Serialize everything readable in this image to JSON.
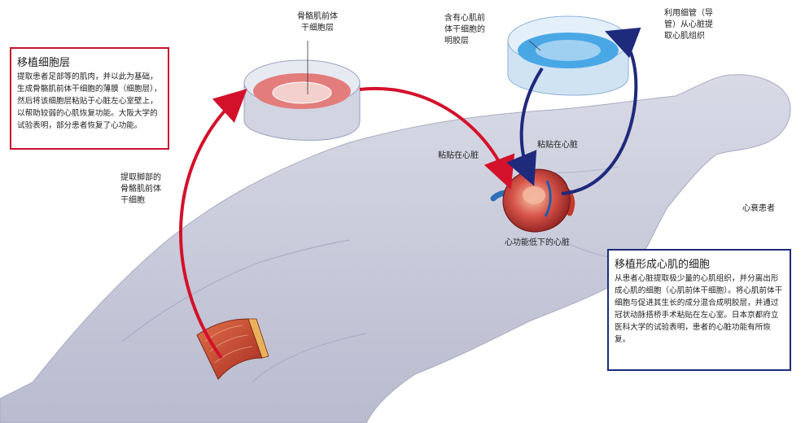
{
  "colors": {
    "red_arrow": "#d3112b",
    "blue_arrow": "#1e2a7c",
    "body_fill": "#c9cadb",
    "dish_red": "#e37d7c",
    "dish_blue": "#4aa7e6",
    "red_box_border": "#c8102e",
    "blue_box_border": "#1c2c7a"
  },
  "labels": {
    "dish_red": "骨骼肌前体\n干细胞层",
    "dish_blue": "含有心肌前\n体干细胞的\n明胶层",
    "catheter": "利用细管（导\n管）从心脏提\n取心肌组织",
    "extract_leg": "提取脚部的\n骨骼肌前体\n干细胞",
    "attach_left": "粘贴在心脏",
    "attach_right": "粘贴在心脏",
    "heart": "心功能低下的心脏",
    "patient": "心衰患者"
  },
  "red_box": {
    "title": "移植细胞层",
    "body": "提取患者足部等的肌肉，并以此为基础，生成骨骼肌前体干细胞的薄膜（细胞层），然后将该细胞层粘贴于心脏左心室壁上，以帮助较弱的心肌恢复功能。大阪大学的试验表明，部分患者恢复了心功能。"
  },
  "blue_box": {
    "title": "移植形成心肌的细胞",
    "body": "从患者心脏提取极少量的心肌组织，并分离出形成心肌的细胞（心肌前体干细胞）。将心肌前体干细胞与促进其生长的成分混合成明胶层，并通过冠状动脉搭桥手术粘贴在左心室。日本京都府立医科大学的试验表明，患者的心脏功能有所恢复。"
  }
}
